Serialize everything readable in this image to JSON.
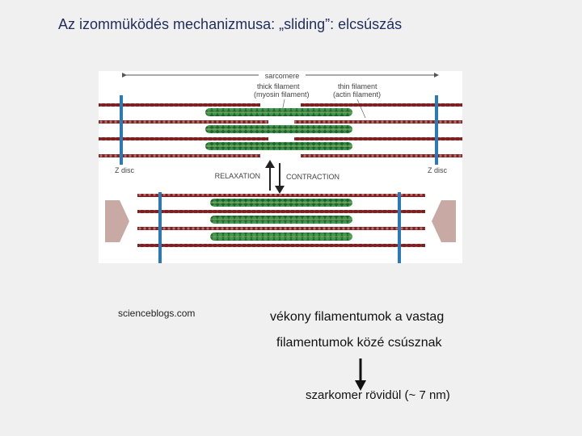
{
  "slide": {
    "title": "Az izommüködés mechanizmusa:  „sliding”: elcsúszás",
    "credit": "scienceblogs.com",
    "caption_line1": "vékony filamentumok a vastag",
    "caption_line2": "filamentumok közé csúsznak",
    "result_text": "szarkomer rövidül (~ 7 nm)"
  },
  "figure": {
    "sarcomere_label": "sarcomere",
    "thick_label_line1": "thick filament",
    "thick_label_line2": "(myosin filament)",
    "thin_label_line1": "thin filament",
    "thin_label_line2": "(actin filament)",
    "z_disc_left": "Z disc",
    "z_disc_right": "Z disc",
    "relaxation_label": "RELAXATION",
    "contraction_label": "CONTRACTION"
  },
  "colors": {
    "title": "#1f2d5c",
    "actin": "#8b2a2a",
    "myosin": "#2e7d3e",
    "z_disc": "#2a7ab8",
    "push_arrow": "#c9a9a3"
  }
}
